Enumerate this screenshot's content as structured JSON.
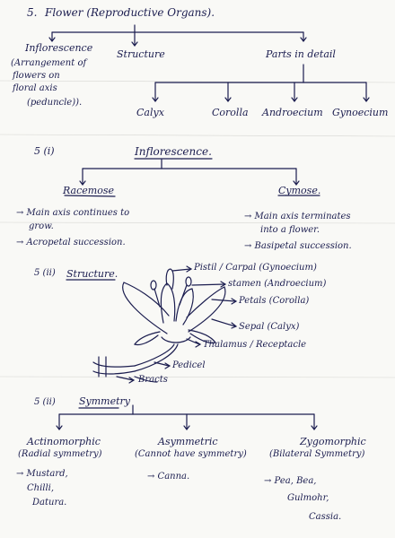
{
  "section1": {
    "num": "5.",
    "title": "Flower (Reproductive Organs).",
    "inflorescence": [
      "Inflorescence",
      "(Arrangement of",
      "flowers on",
      "floral axis",
      "(peduncle))."
    ],
    "structure": "Structure",
    "parts": "Parts in detail",
    "calyx": "Calyx",
    "corolla": "Corolla",
    "androecium": "Androecium",
    "gynoecium": "Gynoecium"
  },
  "section2": {
    "num": "5 (i)",
    "title": "Inflorescence.",
    "racemose": "Racemose",
    "cymose": "Cymose.",
    "r1": [
      "→ Main axis continues to",
      "grow."
    ],
    "r2": "→ Acropetal succession.",
    "c1": [
      "→ Main axis terminates",
      "into a flower."
    ],
    "c2": "→ Basipetal succession."
  },
  "section3": {
    "num": "5 (ii)",
    "title": "Structure.",
    "pistil": "Pistil / Carpal (Gynoecium)",
    "stamen": "stamen (Androecium)",
    "petals": "Petals (Corolla)",
    "sepal": "Sepal (Calyx)",
    "thalamus": "Thalamus / Receptacle",
    "pedicel": "Pedicel",
    "bracts": "Bracts"
  },
  "section4": {
    "num": "5 (ii)",
    "title": "Symmetry",
    "actino": [
      "Actinomorphic",
      "(Radial symmetry)"
    ],
    "asym": [
      "Asymmetric",
      "(Cannot have symmetry)"
    ],
    "zygo": [
      "Zygomorphic",
      "(Bilateral Symmetry)"
    ],
    "actino_ex": [
      "→ Mustard,",
      "Chilli,",
      "Datura."
    ],
    "asym_ex": "→ Canna.",
    "zygo_ex": [
      "→ Pea, Bea,",
      "Gulmohr,",
      "Cassia."
    ]
  }
}
